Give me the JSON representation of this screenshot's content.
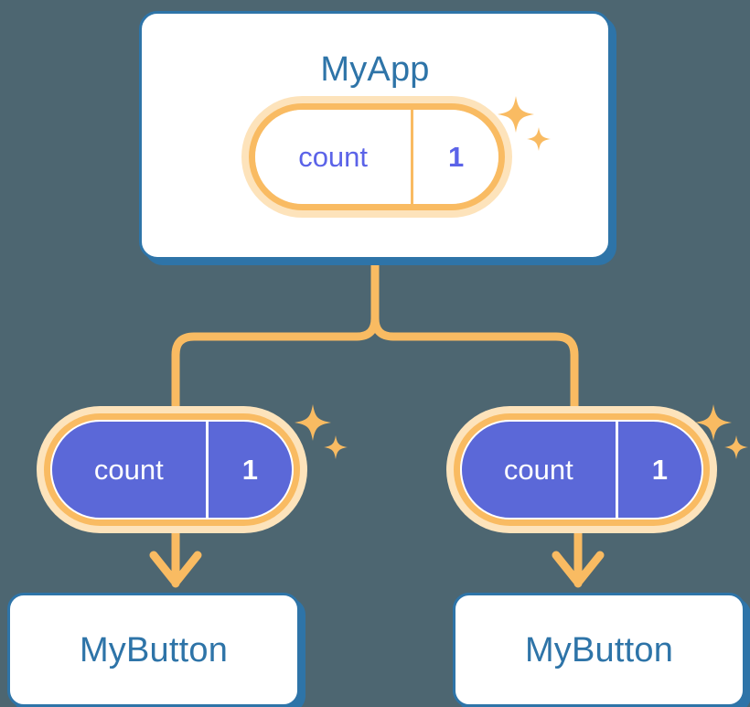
{
  "theme": {
    "background": "#4d6671",
    "card_border": "#2e74a8",
    "card_fill": "#ffffff",
    "title_text": "#2e74a8",
    "wire": "#f9bb62",
    "halo": "#fde3bb",
    "signal_fill": "#5b68d8",
    "signal_text_light": "#5b63e8",
    "signal_text_solid": "#ffffff"
  },
  "app": {
    "title": "MyApp",
    "signal": {
      "name": "count",
      "value": "1"
    }
  },
  "children": [
    {
      "title": "MyButton",
      "signal": {
        "name": "count",
        "value": "1"
      }
    },
    {
      "title": "MyButton",
      "signal": {
        "name": "count",
        "value": "1"
      }
    }
  ],
  "icons": {
    "sparkle_large": "sparkle-icon",
    "sparkle_small": "sparkle-icon",
    "arrow": "arrow-down-icon"
  }
}
